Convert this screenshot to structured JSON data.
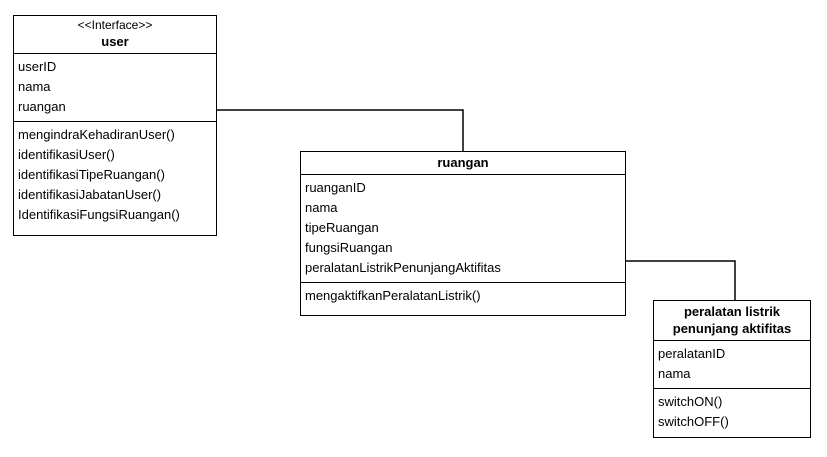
{
  "classes": {
    "user": {
      "stereotype": "<<Interface>>",
      "name": "user",
      "attributes": [
        "userID",
        "nama",
        "ruangan"
      ],
      "methods": [
        "mengindraKehadiranUser()",
        "identifikasiUser()",
        "identifikasiTipeRuangan()",
        "identifikasiJabatanUser()",
        "IdentifikasiFungsiRuangan()"
      ]
    },
    "ruangan": {
      "name": "ruangan",
      "attributes": [
        "ruanganID",
        "nama",
        "tipeRuangan",
        "fungsiRuangan",
        "peralatanListrikPenunjangAktifitas"
      ],
      "methods": [
        "mengaktifkanPeralatanListrik()"
      ]
    },
    "peralatan": {
      "name_line1": "peralatan listrik",
      "name_line2": "penunjang aktifitas",
      "attributes": [
        "peralatanID",
        "nama"
      ],
      "methods": [
        "switchON()",
        "switchOFF()"
      ]
    }
  }
}
